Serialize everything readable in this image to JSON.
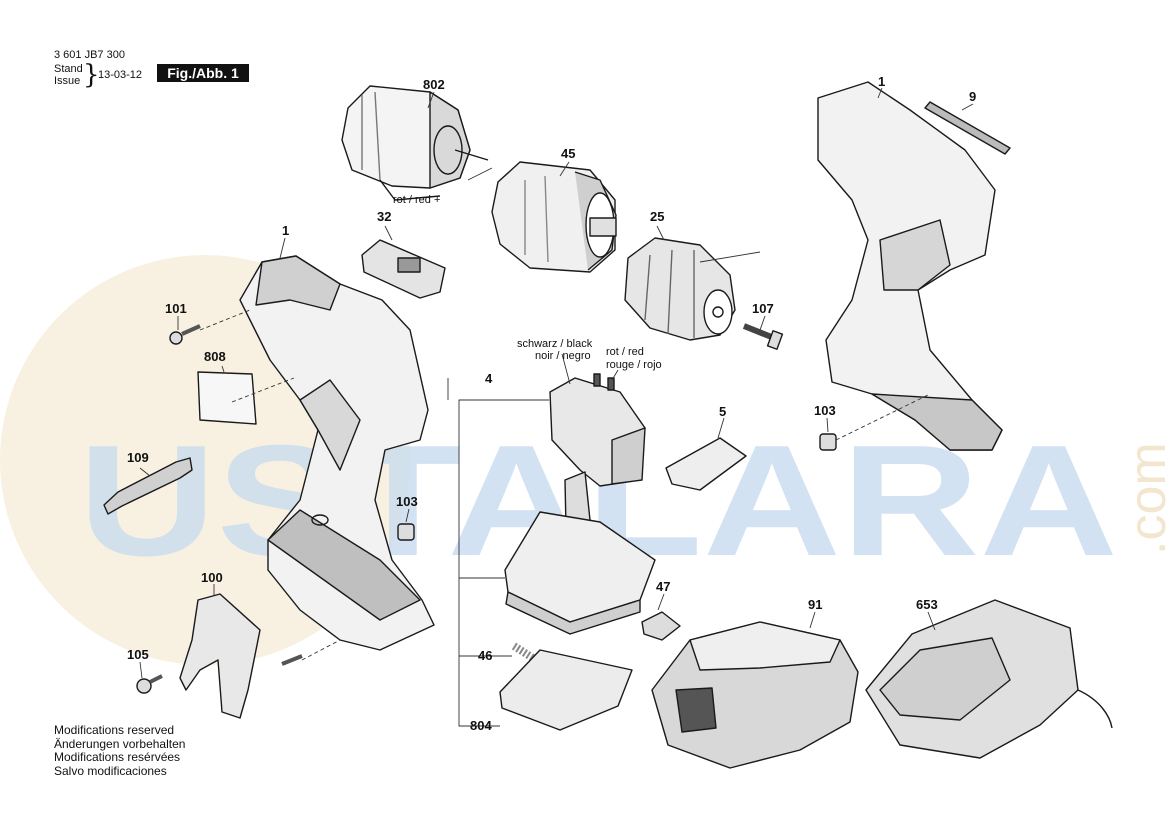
{
  "header": {
    "part_number": "3 601 JB7 300",
    "stand_label": "Stand",
    "issue_label": "Issue",
    "date": "13-03-12",
    "figure_label": "Fig./Abb. 1"
  },
  "watermark": {
    "text": "USTALARA",
    "suffix": ".com",
    "color": "#c9dcef",
    "circle_color": "#f6ecd8"
  },
  "callouts": {
    "c802": "802",
    "c45": "45",
    "c32": "32",
    "c25": "25",
    "c1_left": "1",
    "c1_right": "1",
    "c9": "9",
    "c101": "101",
    "c808": "808",
    "c107": "107",
    "c4": "4",
    "c5": "5",
    "c103_right": "103",
    "c109": "109",
    "c103_left": "103",
    "c100": "100",
    "c47": "47",
    "c91": "91",
    "c653": "653",
    "c105": "105",
    "c46": "46",
    "c804": "804"
  },
  "wire_notes": {
    "motor_wire": "rot / red +",
    "black_1": "schwarz / black",
    "black_2": "noir / negro",
    "red_1": "rot / red",
    "red_2": "rouge / rojo"
  },
  "footer": {
    "lines": [
      "Modifications reserved",
      "Änderungen vorbehalten",
      "Modifications resérvées",
      "Salvo modificaciones"
    ]
  }
}
